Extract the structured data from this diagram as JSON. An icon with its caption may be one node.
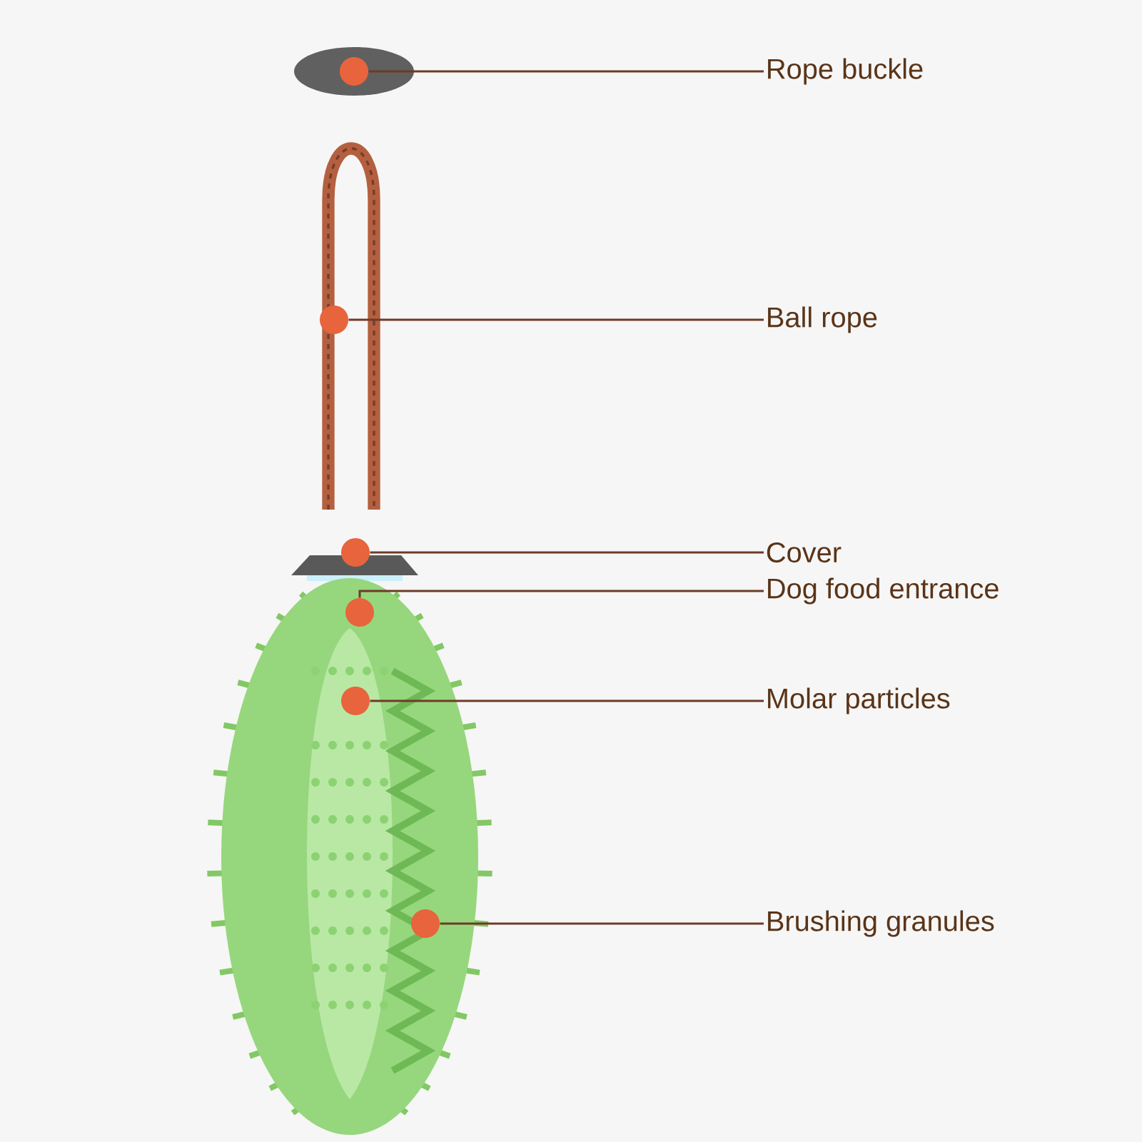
{
  "diagram": {
    "nodes": [
      {
        "text": [
          "Rope buckle"
        ]
      },
      {
        "text": [
          "Ball rope"
        ]
      },
      {
        "text": [
          "Cover"
        ]
      },
      {
        "text": [
          "Dog food entrance"
        ]
      },
      {
        "text": [
          "Molar particles"
        ]
      },
      {
        "text": [
          "Brushing granules"
        ]
      },
      {
        "text": [],
        "shape": "circle"
      },
      {
        "text": [],
        "shape": "circle"
      },
      {
        "text": [],
        "shape": "circle"
      },
      {
        "text": [],
        "shape": "circle"
      },
      {
        "text": [],
        "shape": "circle"
      },
      {
        "text": [],
        "shape": "circle"
      }
    ],
    "edges": [
      {
        "from": 0,
        "to": 6,
        "arrow": "none"
      },
      {
        "from": 1,
        "to": 7,
        "arrow": "none"
      },
      {
        "from": 2,
        "to": 8,
        "arrow": "none"
      },
      {
        "from": 3,
        "to": 9,
        "arrow": "none"
      },
      {
        "from": 4,
        "to": 10,
        "arrow": "none"
      },
      {
        "from": 5,
        "to": 11,
        "arrow": "none"
      }
    ]
  }
}
